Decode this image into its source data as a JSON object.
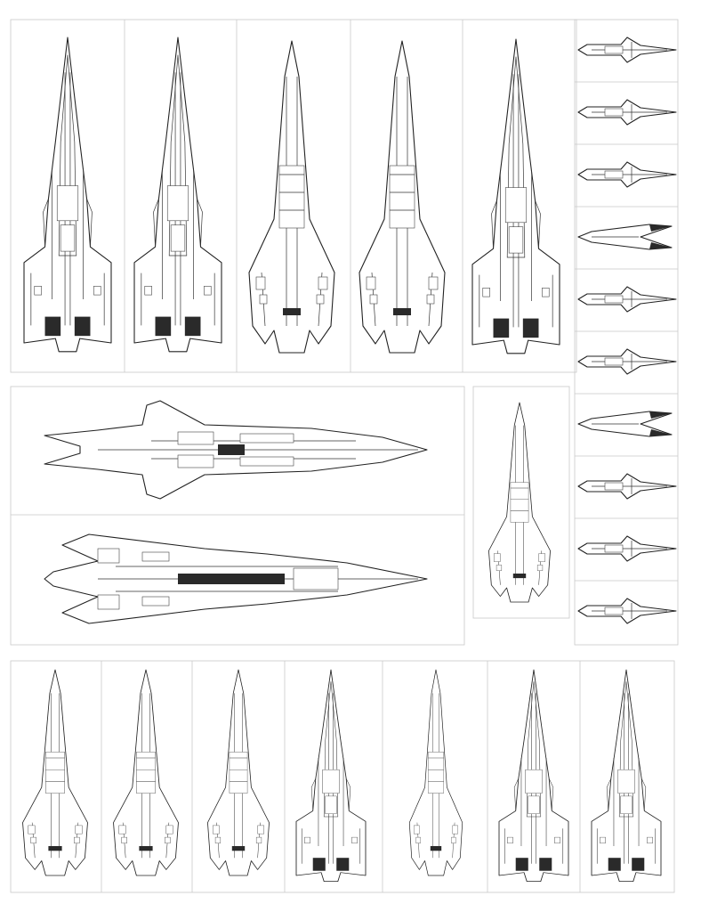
{
  "image": {
    "description_color": "#222222",
    "background": "#ffffff",
    "grid_line_color": "#c9c9c9"
  },
  "rows": {
    "top": {
      "count": 5,
      "kind": "large-vertical"
    },
    "right_column": {
      "count": 10,
      "kind": "small-horizontal"
    },
    "middle_left": {
      "count": 2,
      "kind": "large-horizontal"
    },
    "middle_right": {
      "count": 1,
      "kind": "medium-vertical"
    },
    "bottom": {
      "count": 7,
      "kind": "medium-vertical"
    }
  }
}
